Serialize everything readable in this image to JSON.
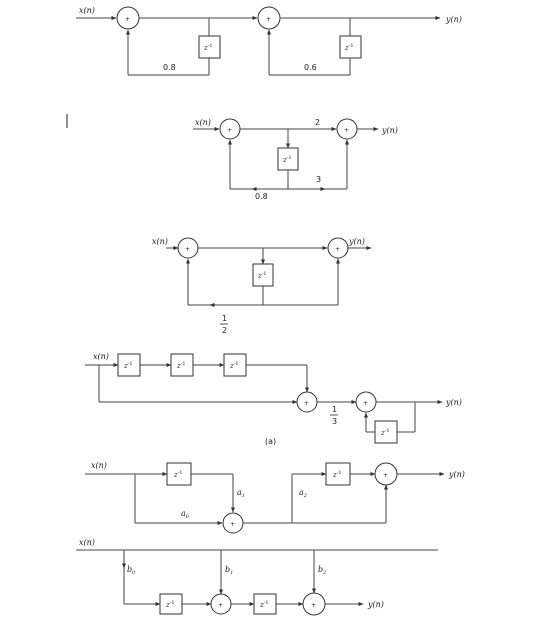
{
  "labels": {
    "input": "x(n)",
    "output": "y(n)",
    "delay": "z",
    "delay_exp": "-1",
    "plus": "+",
    "caption_a": "(a)"
  },
  "coefficients": {
    "d1_g1": "0.8",
    "d1_g2": "0.6",
    "d2_forward": "2",
    "d2_feedback": "0.8",
    "d2_tap": "3",
    "d3_num": "1",
    "d3_den": "2",
    "d4_num": "1",
    "d4_den": "3",
    "d5_a0": "a",
    "d5_a0_sub": "0",
    "d5_a1": "a",
    "d5_a1_sub": "1",
    "d5_a2": "a",
    "d5_a2_sub": "2",
    "d6_b0": "b",
    "d6_b0_sub": "0",
    "d6_b1": "b",
    "d6_b1_sub": "1",
    "d6_b2": "b",
    "d6_b2_sub": "2"
  }
}
